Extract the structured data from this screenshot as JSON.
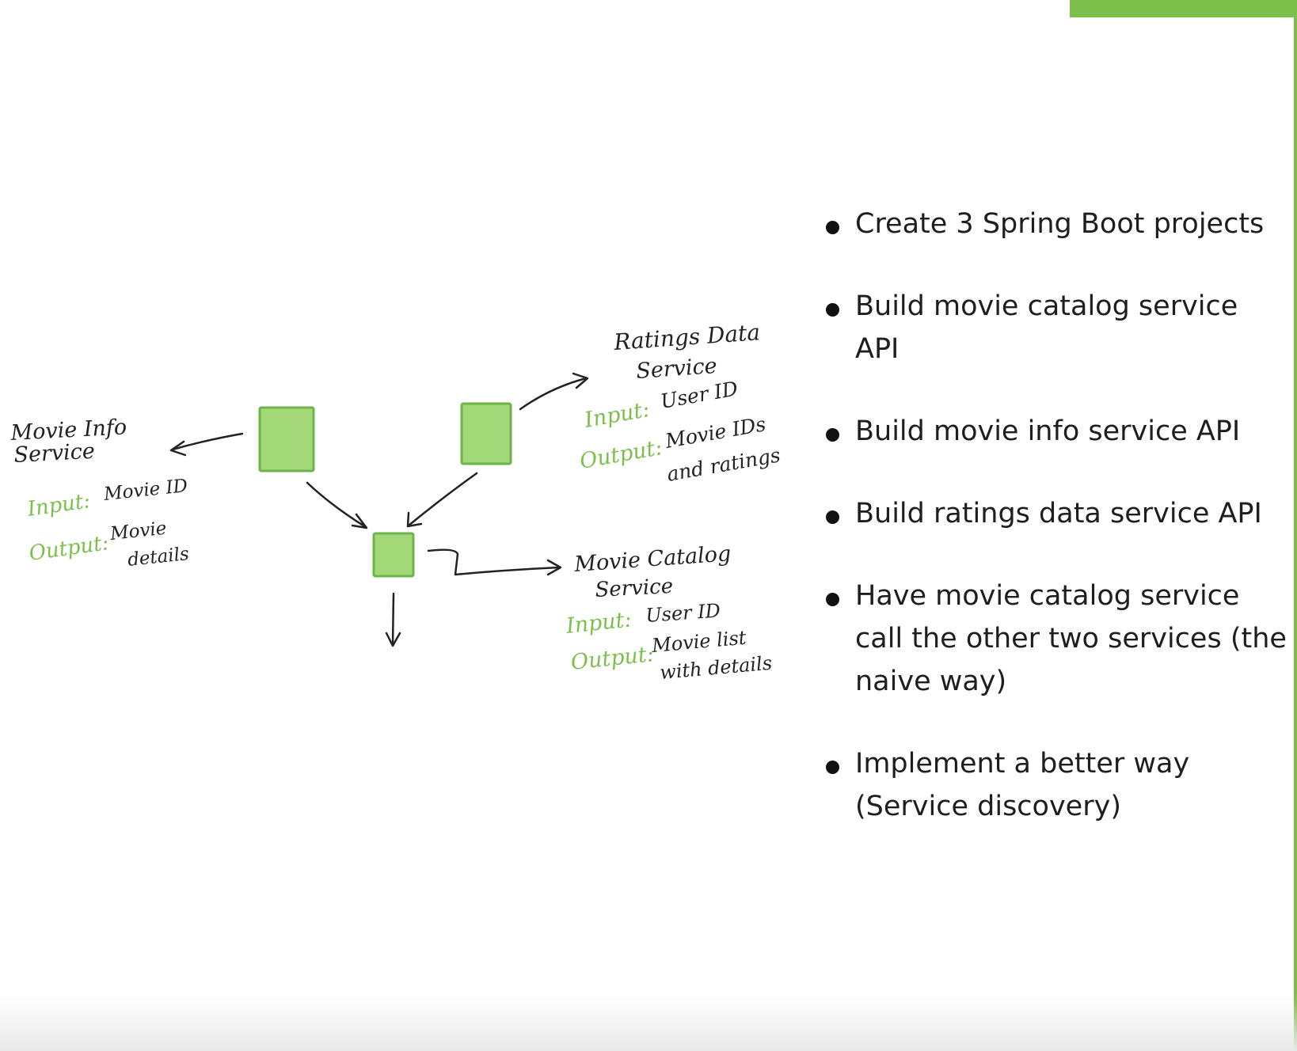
{
  "colors": {
    "accent_green": "#7cbf4a",
    "box_fill": "#a2d878",
    "box_stroke": "#6db44a",
    "ink": "#222222"
  },
  "diagram": {
    "movie_info": {
      "title_line1": "Movie Info",
      "title_line2": "Service",
      "input_label": "Input:",
      "input_value": "Movie ID",
      "output_label": "Output:",
      "output_value_line1": "Movie",
      "output_value_line2": "details"
    },
    "ratings_data": {
      "title_line1": "Ratings Data",
      "title_line2": "Service",
      "input_label": "Input:",
      "input_value": "User ID",
      "output_label": "Output:",
      "output_value_line1": "Movie IDs",
      "output_value_line2": "and ratings"
    },
    "movie_catalog": {
      "title_line1": "Movie Catalog",
      "title_line2": "Service",
      "input_label": "Input:",
      "input_value": "User ID",
      "output_label": "Output:",
      "output_value_line1": "Movie list",
      "output_value_line2": "with details"
    }
  },
  "bullets": [
    "Create 3 Spring Boot projects",
    "Build movie catalog service\nAPI",
    "Build movie info service API",
    "Build ratings data service API",
    "Have movie catalog service\ncall the other two services (the\nnaive way)",
    "Implement a better way\n(Service discovery)"
  ]
}
